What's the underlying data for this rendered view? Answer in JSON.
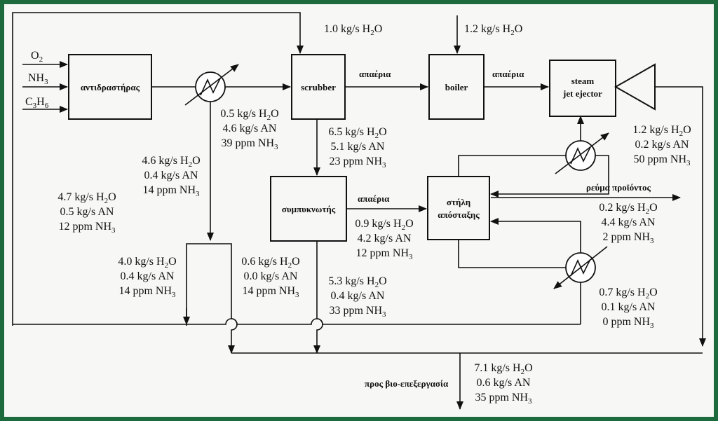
{
  "units": {
    "reactor": "αντιδραστήρας",
    "scrubber": "scrubber",
    "boiler": "boiler",
    "steam_line1": "steam",
    "steam_line2": "jet ejector",
    "condenser": "συμπυκνωτής",
    "column_line1": "στήλη",
    "column_line2": "απόσταξης"
  },
  "inputs": {
    "o2": "O",
    "o2_sub": "2",
    "nh3": "NH",
    "nh3_sub": "3",
    "c3h6_a": "C",
    "c3h6_sub1": "3",
    "c3h6_b": "H",
    "c3h6_sub2": "6"
  },
  "stream_labels": {
    "offgas1": "απαέρια",
    "offgas2": "απαέρια",
    "offgas3": "απαέρια",
    "product": "ρεύμα προϊόντος",
    "bio": "προς βιο-επεξεργασία"
  },
  "streams": {
    "scrubber_water": {
      "h2o": "1.0 kg/s H"
    },
    "boiler_water": {
      "h2o": "1.2 kg/s H"
    },
    "reactor_out": {
      "h2o": "0.5 kg/s H",
      "an": "4.6 kg/s AN",
      "nh3": "39 ppm NH"
    },
    "scrubber_bottom": {
      "h2o": "6.5 kg/s H",
      "an": "5.1 kg/s AN",
      "nh3": "23 ppm NH"
    },
    "split_in": {
      "h2o": "4.6 kg/s H",
      "an": "0.4 kg/s AN",
      "nh3": "14 ppm NH"
    },
    "recycle": {
      "h2o": "4.7 kg/s H",
      "an": "0.5 kg/s AN",
      "nh3": "12 ppm NH"
    },
    "split_left": {
      "h2o": "4.0 kg/s H",
      "an": "0.4 kg/s AN",
      "nh3": "14 ppm NH"
    },
    "split_right": {
      "h2o": "0.6 kg/s H",
      "an": "0.0 kg/s AN",
      "nh3": "14 ppm NH"
    },
    "condenser_out": {
      "h2o": "0.9 kg/s H",
      "an": "4.2 kg/s AN",
      "nh3": "12 ppm NH"
    },
    "condenser_bottom": {
      "h2o": "5.3 kg/s H",
      "an": "0.4 kg/s AN",
      "nh3": "33 ppm NH"
    },
    "ejector_out": {
      "h2o": "1.2 kg/s H",
      "an": "0.2 kg/s AN",
      "nh3": "50 ppm NH"
    },
    "product": {
      "h2o": "0.2 kg/s H",
      "an": "4.4 kg/s AN",
      "nh3": "2 ppm NH"
    },
    "column_bottom": {
      "h2o": "0.7 kg/s H",
      "an": "0.1 kg/s AN",
      "nh3": "0 ppm NH"
    },
    "bio": {
      "h2o": "7.1 kg/s H",
      "an": "0.6 kg/s AN",
      "nh3": "35 ppm NH"
    }
  },
  "formula": {
    "h2o_sub": "2",
    "h2o_tail": "O",
    "nh3_sub": "3"
  },
  "colors": {
    "frame": "#1d6b3c",
    "background": "#f7f8f5",
    "ink": "#111111"
  }
}
